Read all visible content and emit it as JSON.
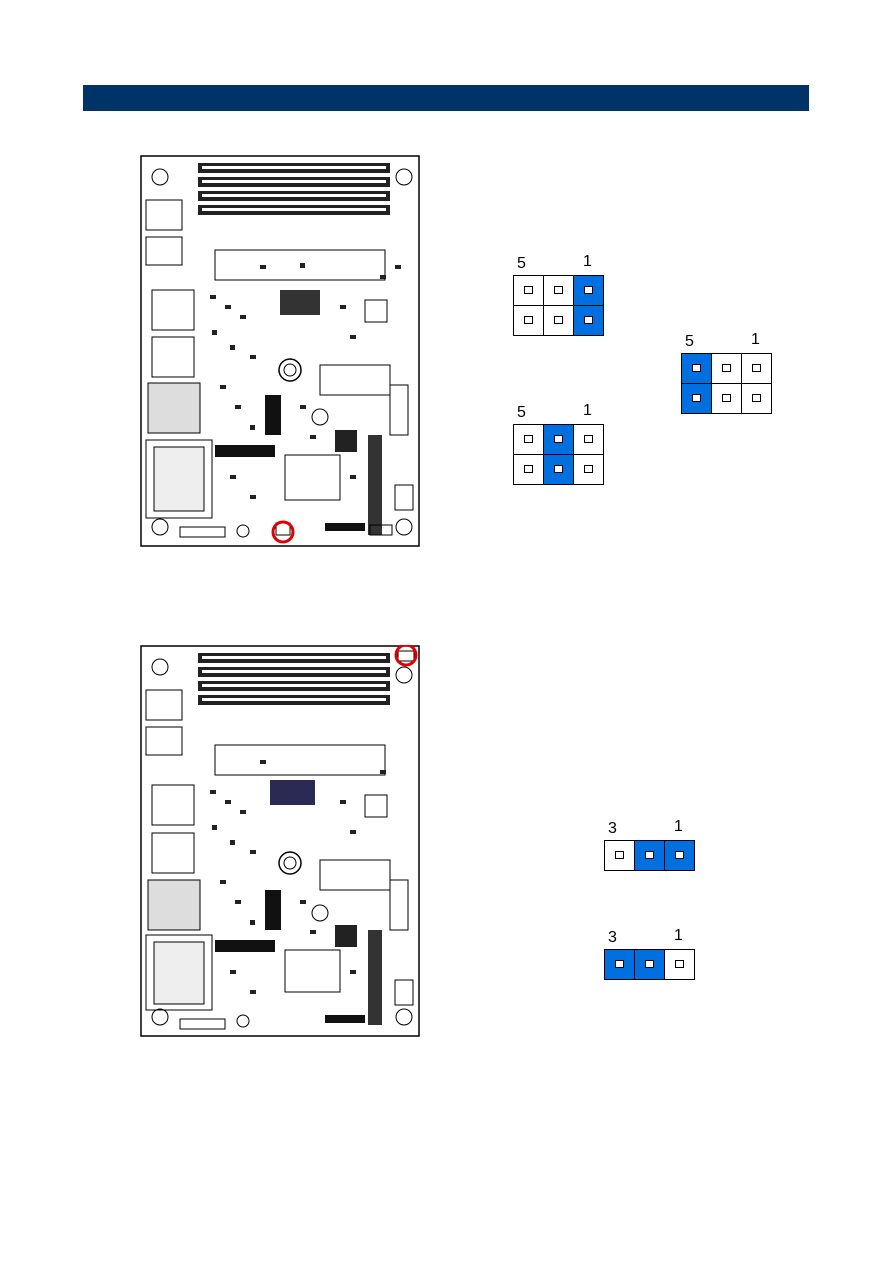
{
  "colors": {
    "header_bar": "#003366",
    "shorted": "#0070e0",
    "highlight_circle": "#e00000"
  },
  "jumpers": [
    {
      "name": "jumper-2x3-pins-1-2",
      "left_label": "5",
      "right_label": "1",
      "rows": 2,
      "cols": 3,
      "shorted_cols": [
        2
      ]
    },
    {
      "name": "jumper-2x3-pins-5-6",
      "left_label": "5",
      "right_label": "1",
      "rows": 2,
      "cols": 3,
      "shorted_cols": [
        0
      ]
    },
    {
      "name": "jumper-2x3-pins-3-4",
      "left_label": "5",
      "right_label": "1",
      "rows": 2,
      "cols": 3,
      "shorted_cols": [
        1
      ]
    },
    {
      "name": "jumper-1x3-pins-1-2",
      "left_label": "3",
      "right_label": "1",
      "rows": 1,
      "cols": 3,
      "shorted_cols": [
        1,
        2
      ]
    },
    {
      "name": "jumper-1x3-pins-2-3",
      "left_label": "3",
      "right_label": "1",
      "rows": 1,
      "cols": 3,
      "shorted_cols": [
        0,
        1
      ]
    }
  ]
}
